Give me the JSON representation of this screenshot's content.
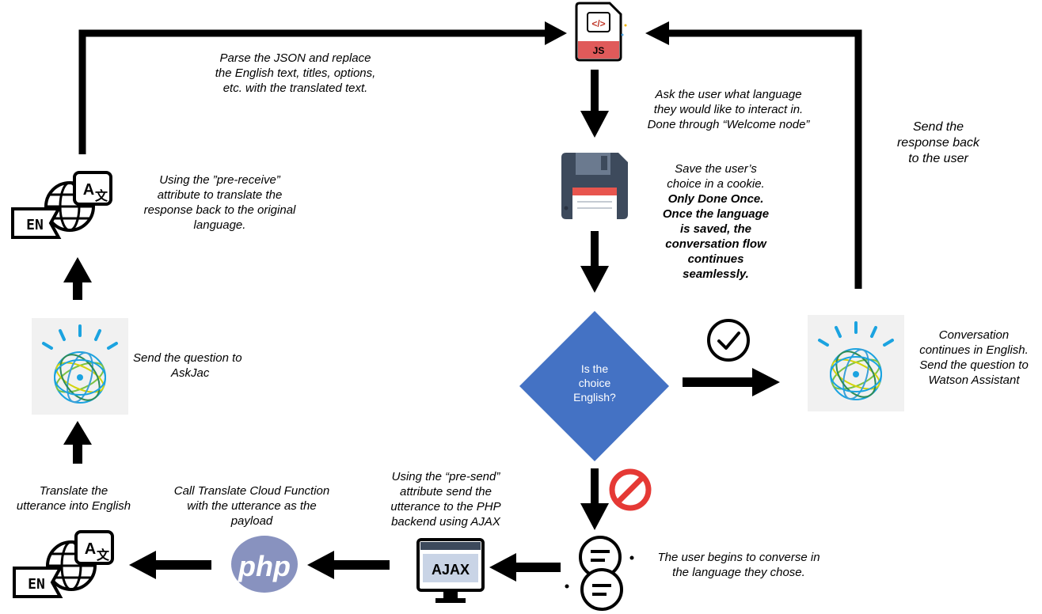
{
  "colors": {
    "arrow": "#000000",
    "diamond": "#4472c4",
    "js_red": "#e05a5a",
    "floppy_dark": "#3d4a5c",
    "floppy_red": "#e8554e",
    "php": "#8892bf",
    "no_symbol": "#e53935",
    "globe_blue": "#1ba3e0",
    "globe_green": "#7cc242",
    "globe_yellow": "#d4d40b"
  },
  "icons": {
    "js_file": "js-file-icon",
    "floppy": "floppy-disk-icon",
    "translate_top": "translate-globe-icon",
    "translate_bottom": "translate-globe-icon",
    "watson_left": "watson-globe-icon",
    "watson_right": "watson-globe-icon",
    "php": "php-logo-icon",
    "ajax": "ajax-monitor-icon",
    "chat": "chat-bubbles-icon",
    "check": "check-circle-icon",
    "no": "no-symbol-icon"
  },
  "labels": {
    "js_tag": "JS",
    "js_code": "</>",
    "en_tag_top": "EN",
    "en_tag_bottom": "EN",
    "translate_glyph_a": "A",
    "translate_glyph_b": "文",
    "php_logo": "php",
    "ajax_text": "AJAX"
  },
  "diamond": {
    "lines": [
      "Is the",
      "choice",
      "English?"
    ]
  },
  "notes": {
    "parse_json": [
      "Parse the JSON and replace",
      "the English text, titles, options,",
      "etc. with the translated text."
    ],
    "ask_user": [
      "Ask the user what language",
      "they would like to interact in.",
      "Done through “Welcome node”"
    ],
    "save_choice": [
      "Save the user’s",
      "choice in a cookie."
    ],
    "save_choice_bold": [
      "Only Done Once.",
      "Once the language",
      "is saved, the",
      "conversation flow",
      "continues",
      "seamlessly."
    ],
    "send_back": [
      "Send the",
      "response back",
      "to the user"
    ],
    "pre_receive": [
      "Using the ”pre-receive”",
      "attribute to translate the",
      "response back to the original",
      "language."
    ],
    "send_askjac": [
      "Send the question to",
      "AskJac"
    ],
    "conversation_english": [
      "Conversation",
      "continues in English.",
      "Send the question to",
      "Watson Assistant"
    ],
    "translate_utterance": [
      "Translate the",
      "utterance into English"
    ],
    "call_translate": [
      "Call Translate Cloud Function",
      "with the utterance as the",
      "payload"
    ],
    "pre_send": [
      "Using the “pre-send”",
      "attribute send the",
      "utterance to the PHP",
      "backend using AJAX"
    ],
    "user_begins": [
      "The user begins to converse in",
      "the language they chose."
    ]
  }
}
